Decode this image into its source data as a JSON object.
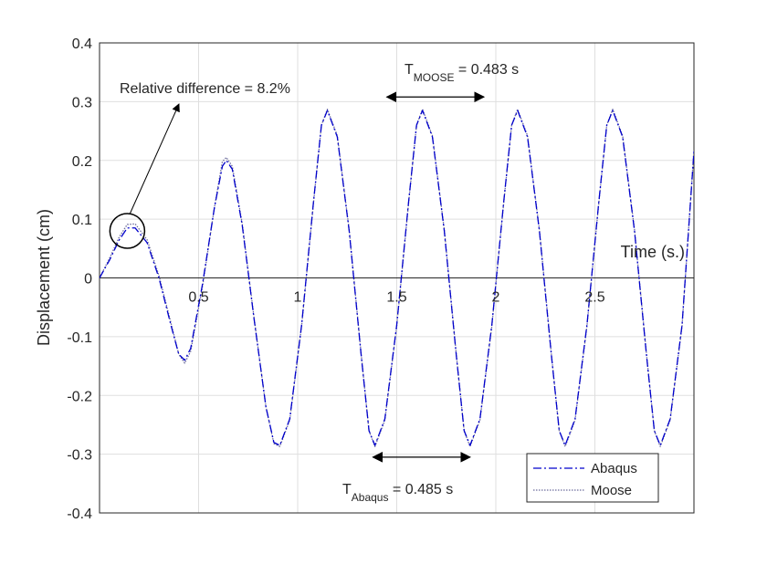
{
  "chart_data": {
    "type": "line",
    "title": "",
    "xlabel": "Time (s.)",
    "ylabel": "Displacement (cm)",
    "xlim": [
      0,
      3.0
    ],
    "ylim": [
      -0.4,
      0.4
    ],
    "xticks": [
      0.5,
      1,
      1.5,
      2,
      2.5
    ],
    "xtick_labels": [
      "0.5",
      "1",
      "1.5",
      "2",
      "2.5"
    ],
    "yticks": [
      -0.4,
      -0.3,
      -0.2,
      -0.1,
      0,
      0.1,
      0.2,
      0.3,
      0.4
    ],
    "ytick_labels": [
      "-0.4",
      "-0.3",
      "-0.2",
      "-0.1",
      "0",
      "0.1",
      "0.2",
      "0.3",
      "0.4"
    ],
    "grid": true,
    "legend_position": "bottom-right",
    "series": [
      {
        "name": "Abaqus",
        "color": "#0000cc",
        "style": "dash-dot",
        "x": [
          0,
          0.05,
          0.1,
          0.14,
          0.18,
          0.24,
          0.3,
          0.36,
          0.4,
          0.43,
          0.46,
          0.52,
          0.58,
          0.62,
          0.64,
          0.67,
          0.72,
          0.78,
          0.84,
          0.88,
          0.91,
          0.96,
          1.02,
          1.08,
          1.12,
          1.15,
          1.2,
          1.26,
          1.32,
          1.36,
          1.39,
          1.44,
          1.5,
          1.56,
          1.6,
          1.63,
          1.68,
          1.74,
          1.8,
          1.84,
          1.87,
          1.92,
          1.98,
          2.04,
          2.08,
          2.11,
          2.16,
          2.22,
          2.28,
          2.32,
          2.35,
          2.4,
          2.46,
          2.52,
          2.56,
          2.59,
          2.64,
          2.7,
          2.76,
          2.8,
          2.83,
          2.88,
          2.94,
          3.0
        ],
        "y": [
          0,
          0.03,
          0.065,
          0.085,
          0.085,
          0.06,
          0.0,
          -0.08,
          -0.13,
          -0.14,
          -0.12,
          -0.01,
          0.12,
          0.19,
          0.2,
          0.185,
          0.09,
          -0.07,
          -0.22,
          -0.28,
          -0.285,
          -0.24,
          -0.08,
          0.13,
          0.26,
          0.285,
          0.24,
          0.08,
          -0.13,
          -0.26,
          -0.285,
          -0.24,
          -0.08,
          0.13,
          0.26,
          0.285,
          0.24,
          0.08,
          -0.13,
          -0.26,
          -0.285,
          -0.24,
          -0.08,
          0.13,
          0.26,
          0.285,
          0.24,
          0.08,
          -0.13,
          -0.26,
          -0.285,
          -0.24,
          -0.08,
          0.13,
          0.26,
          0.285,
          0.24,
          0.08,
          -0.13,
          -0.26,
          -0.285,
          -0.24,
          -0.08,
          0.215
        ]
      },
      {
        "name": "Moose",
        "color": "#6c6c9c",
        "style": "dotted",
        "x": [
          0,
          0.05,
          0.1,
          0.14,
          0.18,
          0.24,
          0.3,
          0.36,
          0.4,
          0.43,
          0.46,
          0.52,
          0.58,
          0.62,
          0.64,
          0.67,
          0.72,
          0.78,
          0.84,
          0.88,
          0.91,
          0.96,
          1.02,
          1.08,
          1.12,
          1.15,
          1.2,
          1.26,
          1.32,
          1.36,
          1.39,
          1.44,
          1.5,
          1.56,
          1.6,
          1.63,
          1.68,
          1.74,
          1.8,
          1.84,
          1.87,
          1.92,
          1.98,
          2.04,
          2.08,
          2.11,
          2.16,
          2.22,
          2.28,
          2.32,
          2.35,
          2.4,
          2.46,
          2.52,
          2.56,
          2.59,
          2.64,
          2.7,
          2.76,
          2.8,
          2.83,
          2.88,
          2.94,
          3.0
        ],
        "y": [
          0,
          0.033,
          0.07,
          0.091,
          0.092,
          0.065,
          0.004,
          -0.076,
          -0.13,
          -0.145,
          -0.125,
          -0.014,
          0.12,
          0.198,
          0.205,
          0.19,
          0.093,
          -0.068,
          -0.22,
          -0.282,
          -0.287,
          -0.242,
          -0.082,
          0.128,
          0.26,
          0.287,
          0.242,
          0.082,
          -0.128,
          -0.26,
          -0.287,
          -0.242,
          -0.082,
          0.128,
          0.26,
          0.287,
          0.242,
          0.082,
          -0.128,
          -0.26,
          -0.287,
          -0.242,
          -0.082,
          0.128,
          0.26,
          0.287,
          0.242,
          0.082,
          -0.128,
          -0.26,
          -0.287,
          -0.242,
          -0.082,
          0.128,
          0.26,
          0.287,
          0.242,
          0.082,
          -0.128,
          -0.26,
          -0.287,
          -0.242,
          -0.082,
          0.218
        ]
      }
    ],
    "annotations": {
      "relative_difference": "Relative difference = 8.2%",
      "t_moose_main": "T",
      "t_moose_sub": "MOOSE",
      "t_moose_value": " = 0.483 s",
      "t_abaqus_main": "T",
      "t_abaqus_sub": "Abaqus",
      "t_abaqus_value": " = 0.485 s",
      "t_moose_arrow_x": [
        1.45,
        1.94
      ],
      "t_moose_arrow_y": 0.308,
      "t_abaqus_arrow_x": [
        1.38,
        1.87
      ],
      "t_abaqus_arrow_y": -0.305,
      "circle_center": [
        0.14,
        0.08
      ]
    }
  }
}
